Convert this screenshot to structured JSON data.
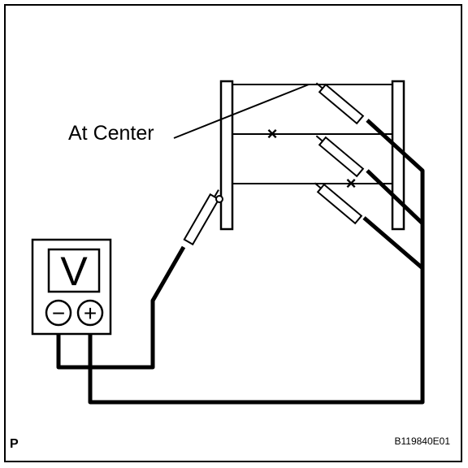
{
  "callout": {
    "text": "At Center"
  },
  "meter": {
    "display_symbol": "V",
    "negative_symbol": "−",
    "positive_symbol": "+"
  },
  "marks": {
    "open_point_symbol": "×"
  },
  "footer": {
    "corner_label": "P",
    "figure_code": "B119840E01"
  }
}
